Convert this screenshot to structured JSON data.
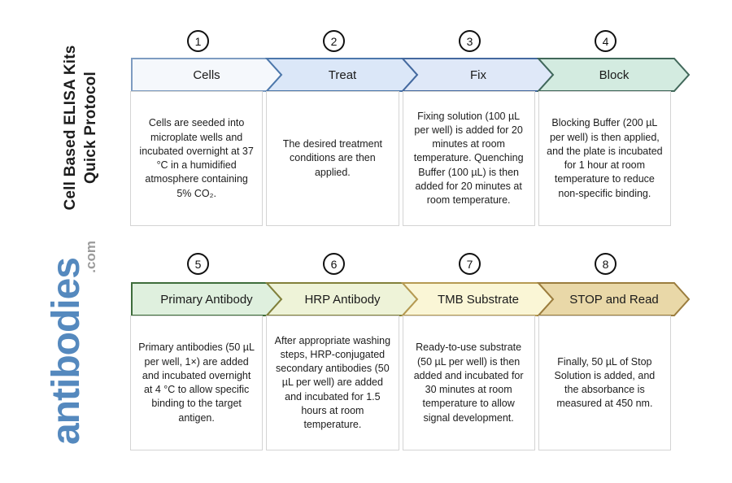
{
  "sidebar": {
    "title_line1": "Cell Based ELISA Kits",
    "title_line2": "Quick Protocol",
    "title_color": "#1d1d1d"
  },
  "logo": {
    "name": "antibodies",
    "tld": ".com",
    "name_color": "#5589be",
    "tld_color": "#9b9b9b"
  },
  "steps": [
    {
      "number": "1",
      "label": "Cells",
      "description": "Cells are seeded into microplate wells and incubated overnight at 37 °C in a humidified atmosphere containing 5% CO₂.",
      "fill": "#f5f8fc",
      "border": "#7e9cc1"
    },
    {
      "number": "2",
      "label": "Treat",
      "description": "The desired treatment conditions are then applied.",
      "fill": "#dbe7f8",
      "border": "#4c77ab"
    },
    {
      "number": "3",
      "label": "Fix",
      "description": "Fixing solution (100 µL per well) is added for 20 minutes at room temperature. Quenching Buffer (100 µL) is then added for 20 minutes at room temperature.",
      "fill": "#dfe8f8",
      "border": "#44699f"
    },
    {
      "number": "4",
      "label": "Block",
      "description": "Blocking Buffer (200 µL per well) is then applied, and the plate is incubated for 1 hour at room temperature to reduce non-specific binding.",
      "fill": "#d3ebe0",
      "border": "#41685a"
    },
    {
      "number": "5",
      "label": "Primary Antibody",
      "description": "Primary antibodies (50 µL per well, 1×) are added and incubated overnight at 4 °C to allow specific binding to the target antigen.",
      "fill": "#dff0de",
      "border": "#3e6d3b"
    },
    {
      "number": "6",
      "label": "HRP Antibody",
      "description": "After appropriate washing steps, HRP-conjugated secondary antibodies (50 µL per well) are added and incubated for 1.5 hours at room temperature.",
      "fill": "#eef3d8",
      "border": "#82803a"
    },
    {
      "number": "7",
      "label": "TMB Substrate",
      "description": "Ready-to-use substrate (50 µL per well) is then added and incubated for 30 minutes at room temperature to allow signal development.",
      "fill": "#faf6d6",
      "border": "#b69a52"
    },
    {
      "number": "8",
      "label": "STOP and Read",
      "description": "Finally, 50 µL of Stop Solution is added, and the absorbance is measured at 450 nm.",
      "fill": "#e9d8a8",
      "border": "#9b7d3e"
    }
  ]
}
